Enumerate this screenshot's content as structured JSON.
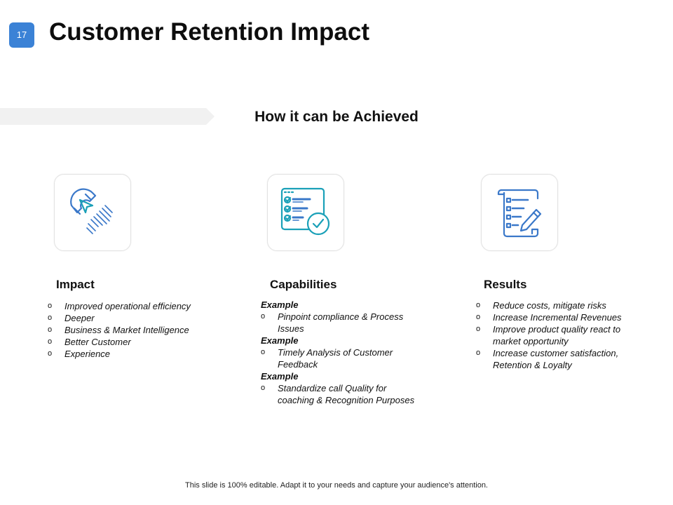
{
  "slide": {
    "number": "17",
    "title": "Customer Retention Impact",
    "subtitle": "How it can be Achieved",
    "footer": "This slide is 100% editable. Adapt it to your needs and capture your audience's attention."
  },
  "columns": {
    "impact": {
      "heading": "Impact",
      "icon": "magnet-icon",
      "items": [
        "Improved operational efficiency",
        "Deeper",
        "Business & Market Intelligence",
        "Better Customer",
        "Experience"
      ]
    },
    "capabilities": {
      "heading": "Capabilities",
      "icon": "checklist-approved-icon",
      "groups": [
        {
          "label": "Example",
          "item_line1": "Pinpoint compliance & Process",
          "item_line2": "Issues"
        },
        {
          "label": "Example",
          "item_line1": "Timely Analysis of Customer",
          "item_line2": "Feedback"
        },
        {
          "label": "Example",
          "item_line1": "Standardize call Quality for",
          "item_line2": "coaching & Recognition Purposes"
        }
      ]
    },
    "results": {
      "heading": "Results",
      "icon": "document-checklist-pen-icon",
      "items": [
        {
          "line1": "Reduce costs, mitigate risks"
        },
        {
          "line1": "Increase Incremental Revenues"
        },
        {
          "line1": "Improve product quality react to",
          "line2": "market opportunity"
        },
        {
          "line1": "Increase customer satisfaction,",
          "line2": "Retention & Loyalty"
        }
      ]
    }
  },
  "bullet_glyph": "o",
  "colors": {
    "accent": "#3b82d6",
    "teal_icon": "#1aa0b8",
    "blue_icon": "#3a78c9",
    "band": "#f1f1f1"
  }
}
